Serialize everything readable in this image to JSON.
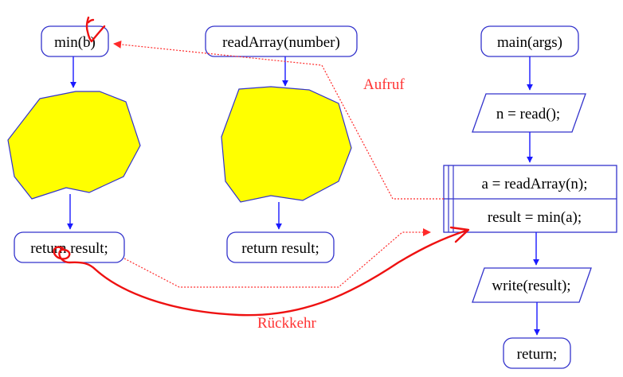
{
  "colors": {
    "node_border": "#3333cc",
    "flow_arrow": "#1a1aff",
    "block_fill": "#ffff00",
    "call_line": "#ff2a2a",
    "annotation": "#ee1111",
    "label": "#ff3333"
  },
  "functions": {
    "min": {
      "header": "min(b)",
      "return_stmt": "return result;"
    },
    "read_array": {
      "header": "readArray(number)",
      "return_stmt": "return result;"
    },
    "main": {
      "header": "main(args)",
      "read_stmt": "n = read();",
      "call_read_array": "a = readArray(n);",
      "call_min": "result = min(a);",
      "write_stmt": "write(result);",
      "return_stmt": "return;"
    }
  },
  "labels": {
    "call": "Aufruf",
    "return": "Rückkehr"
  }
}
